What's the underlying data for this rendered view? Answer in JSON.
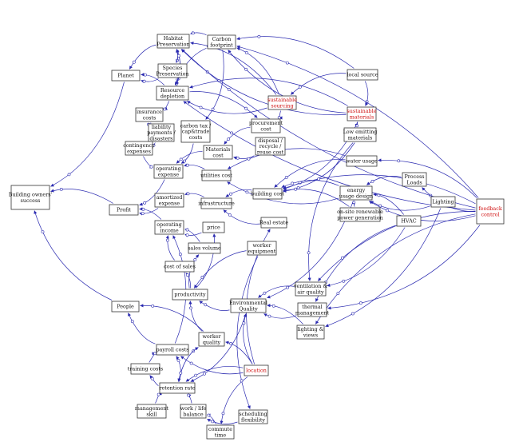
{
  "colors": {
    "edge": "#2a2ab0",
    "highlight": "#d01010",
    "text": "#111111",
    "box": "#333333"
  },
  "nodes": [
    {
      "id": "habitat",
      "lines": [
        "Habitat",
        "Preservation"
      ],
      "boxed": true
    },
    {
      "id": "carbon",
      "lines": [
        "Carbon",
        "footprint"
      ],
      "boxed": true
    },
    {
      "id": "species",
      "lines": [
        "Species",
        "Preservation"
      ],
      "boxed": true
    },
    {
      "id": "planet",
      "lines": [
        "Planet"
      ],
      "boxed": true
    },
    {
      "id": "resource",
      "lines": [
        "Resource",
        "depletion"
      ],
      "boxed": true
    },
    {
      "id": "sustsourcing",
      "lines": [
        "sustainable",
        "sourcing"
      ],
      "boxed": true,
      "highlight": true
    },
    {
      "id": "localsource",
      "lines": [
        "local source"
      ],
      "boxed": true
    },
    {
      "id": "sustmaterials",
      "lines": [
        "sustainable",
        "materials"
      ],
      "boxed": true,
      "highlight": true
    },
    {
      "id": "insurance",
      "lines": [
        "insurance",
        "costs"
      ],
      "boxed": true
    },
    {
      "id": "liability",
      "lines": [
        "liability",
        "payments /",
        "disasters"
      ],
      "boxed": true
    },
    {
      "id": "contingency",
      "lines": [
        "contingency",
        "expenses"
      ],
      "boxed": true
    },
    {
      "id": "carbontax",
      "lines": [
        "carbon tax /",
        "cap&trade",
        "costs"
      ],
      "boxed": true
    },
    {
      "id": "procurement",
      "lines": [
        "procurement",
        "cost"
      ],
      "boxed": true
    },
    {
      "id": "disposal",
      "lines": [
        "disposal /",
        "recycle /",
        "reuse cost"
      ],
      "boxed": true
    },
    {
      "id": "lowemitting",
      "lines": [
        "Low emitting",
        "materials"
      ],
      "boxed": true
    },
    {
      "id": "materials",
      "lines": [
        "Materials",
        "cost"
      ],
      "boxed": true
    },
    {
      "id": "opexpense",
      "lines": [
        "operating",
        "expense"
      ],
      "boxed": true
    },
    {
      "id": "utilities",
      "lines": [
        "utilities cost"
      ],
      "boxed": true
    },
    {
      "id": "water",
      "lines": [
        "water usage"
      ],
      "boxed": true
    },
    {
      "id": "process",
      "lines": [
        "Process",
        "Loads"
      ],
      "boxed": true
    },
    {
      "id": "energy",
      "lines": [
        "energy",
        "usage design"
      ],
      "boxed": true
    },
    {
      "id": "buildingcost",
      "lines": [
        "building cost"
      ],
      "boxed": true
    },
    {
      "id": "lighting",
      "lines": [
        "Lighting"
      ],
      "boxed": true
    },
    {
      "id": "onsite",
      "lines": [
        "on-site renewable",
        "power generation"
      ],
      "boxed": true
    },
    {
      "id": "success",
      "lines": [
        "Building owners'",
        "success"
      ],
      "boxed": true
    },
    {
      "id": "profit",
      "lines": [
        "Profit"
      ],
      "boxed": true
    },
    {
      "id": "amortized",
      "lines": [
        "amortized",
        "expense"
      ],
      "boxed": true
    },
    {
      "id": "infrastructure",
      "lines": [
        "infrastructure"
      ],
      "boxed": true
    },
    {
      "id": "realestate",
      "lines": [
        "Real estate"
      ],
      "boxed": true
    },
    {
      "id": "hvac",
      "lines": [
        "HVAC"
      ],
      "boxed": true
    },
    {
      "id": "feedback",
      "lines": [
        "feedback",
        "control"
      ],
      "boxed": true,
      "highlight": true
    },
    {
      "id": "opincome",
      "lines": [
        "operating",
        "income"
      ],
      "boxed": true
    },
    {
      "id": "price",
      "lines": [
        "price"
      ],
      "boxed": true
    },
    {
      "id": "sales",
      "lines": [
        "sales volume"
      ],
      "boxed": true
    },
    {
      "id": "workerequip",
      "lines": [
        "worker",
        "equipment"
      ],
      "boxed": true
    },
    {
      "id": "costofsales",
      "lines": [
        "cost of sales"
      ],
      "boxed": true
    },
    {
      "id": "productivity",
      "lines": [
        "productivity"
      ],
      "boxed": true
    },
    {
      "id": "ventilation",
      "lines": [
        "ventilation &",
        "air quality"
      ],
      "boxed": true
    },
    {
      "id": "envquality",
      "lines": [
        "Environmental",
        "Quality"
      ],
      "boxed": true
    },
    {
      "id": "thermal",
      "lines": [
        "thermal",
        "management"
      ],
      "boxed": true
    },
    {
      "id": "people",
      "lines": [
        "People"
      ],
      "boxed": true
    },
    {
      "id": "lightviews",
      "lines": [
        "lighting &",
        "views"
      ],
      "boxed": true
    },
    {
      "id": "workerquality",
      "lines": [
        "worker",
        "quality"
      ],
      "boxed": true
    },
    {
      "id": "payroll",
      "lines": [
        "payroll costs"
      ],
      "boxed": true
    },
    {
      "id": "training",
      "lines": [
        "training costs"
      ],
      "boxed": true
    },
    {
      "id": "location",
      "lines": [
        "location"
      ],
      "boxed": true,
      "highlight": true
    },
    {
      "id": "retention",
      "lines": [
        "retention rate"
      ],
      "boxed": true
    },
    {
      "id": "mgmtskill",
      "lines": [
        "management",
        "skill"
      ],
      "boxed": true
    },
    {
      "id": "worklife",
      "lines": [
        "work / life",
        "balance"
      ],
      "boxed": true
    },
    {
      "id": "scheduling",
      "lines": [
        "scheduling",
        "flexibility"
      ],
      "boxed": true
    },
    {
      "id": "commute",
      "lines": [
        "commute",
        "time"
      ],
      "boxed": true
    }
  ],
  "edges": [
    [
      "habitat",
      "planet"
    ],
    [
      "species",
      "planet"
    ],
    [
      "resource",
      "planet"
    ],
    [
      "planet",
      "success"
    ],
    [
      "carbon",
      "habitat"
    ],
    [
      "habitat",
      "species"
    ],
    [
      "species",
      "habitat"
    ],
    [
      "habitat",
      "resource"
    ],
    [
      "resource",
      "habitat"
    ],
    [
      "species",
      "resource"
    ],
    [
      "carbon",
      "resource"
    ],
    [
      "carbon",
      "carbontax"
    ],
    [
      "sustsourcing",
      "habitat"
    ],
    [
      "sustsourcing",
      "resource"
    ],
    [
      "sustsourcing",
      "carbon"
    ],
    [
      "sustsourcing",
      "procurement"
    ],
    [
      "localsource",
      "sustsourcing"
    ],
    [
      "localsource",
      "sustmaterials"
    ],
    [
      "localsource",
      "carbon"
    ],
    [
      "sustmaterials",
      "habitat"
    ],
    [
      "sustmaterials",
      "resource"
    ],
    [
      "sustmaterials",
      "carbon"
    ],
    [
      "sustmaterials",
      "lowemitting"
    ],
    [
      "resource",
      "insurance"
    ],
    [
      "insurance",
      "liability"
    ],
    [
      "liability",
      "contingency"
    ],
    [
      "contingency",
      "opexpense"
    ],
    [
      "resource",
      "procurement"
    ],
    [
      "procurement",
      "materials"
    ],
    [
      "disposal",
      "materials"
    ],
    [
      "materials",
      "opexpense"
    ],
    [
      "carbontax",
      "opexpense"
    ],
    [
      "utilities",
      "opexpense"
    ],
    [
      "opexpense",
      "profit"
    ],
    [
      "water",
      "utilities"
    ],
    [
      "energy",
      "utilities"
    ],
    [
      "process",
      "energy"
    ],
    [
      "lighting",
      "energy"
    ],
    [
      "hvac",
      "energy"
    ],
    [
      "onsite",
      "energy"
    ],
    [
      "energy",
      "buildingcost"
    ],
    [
      "lowemitting",
      "buildingcost"
    ],
    [
      "water",
      "buildingcost"
    ],
    [
      "sustmaterials",
      "buildingcost"
    ],
    [
      "buildingcost",
      "infrastructure"
    ],
    [
      "realestate",
      "infrastructure"
    ],
    [
      "infrastructure",
      "amortized"
    ],
    [
      "amortized",
      "profit"
    ],
    [
      "profit",
      "success"
    ],
    [
      "people",
      "success"
    ],
    [
      "opincome",
      "profit"
    ],
    [
      "price",
      "opincome"
    ],
    [
      "sales",
      "opincome"
    ],
    [
      "costofsales",
      "opincome"
    ],
    [
      "productivity",
      "costofsales"
    ],
    [
      "productivity",
      "sales"
    ],
    [
      "productivity",
      "price"
    ],
    [
      "envquality",
      "productivity"
    ],
    [
      "workerequip",
      "productivity"
    ],
    [
      "workerquality",
      "productivity"
    ],
    [
      "ventilation",
      "envquality"
    ],
    [
      "thermal",
      "envquality"
    ],
    [
      "lightviews",
      "envquality"
    ],
    [
      "hvac",
      "ventilation"
    ],
    [
      "hvac",
      "thermal"
    ],
    [
      "lighting",
      "lightviews"
    ],
    [
      "lowemitting",
      "ventilation"
    ],
    [
      "feedback",
      "process"
    ],
    [
      "feedback",
      "water"
    ],
    [
      "feedback",
      "energy"
    ],
    [
      "feedback",
      "ventilation"
    ],
    [
      "feedback",
      "thermal"
    ],
    [
      "feedback",
      "lightviews"
    ],
    [
      "feedback",
      "habitat"
    ],
    [
      "feedback",
      "carbon"
    ],
    [
      "feedback",
      "resource"
    ],
    [
      "feedback",
      "buildingcost"
    ],
    [
      "payroll",
      "people"
    ],
    [
      "workerquality",
      "people"
    ],
    [
      "training",
      "payroll"
    ],
    [
      "payroll",
      "opincome"
    ],
    [
      "retention",
      "training"
    ],
    [
      "retention",
      "payroll"
    ],
    [
      "mgmtskill",
      "retention"
    ],
    [
      "worklife",
      "retention"
    ],
    [
      "envquality",
      "retention"
    ],
    [
      "location",
      "retention"
    ],
    [
      "location",
      "realestate"
    ],
    [
      "location",
      "commute"
    ],
    [
      "location",
      "payroll"
    ],
    [
      "location",
      "workerquality"
    ],
    [
      "location",
      "envquality"
    ],
    [
      "commute",
      "worklife"
    ],
    [
      "scheduling",
      "worklife"
    ],
    [
      "workerequip",
      "scheduling"
    ],
    [
      "retention",
      "workerquality"
    ],
    [
      "workerquality",
      "retention"
    ],
    [
      "energy",
      "envquality"
    ],
    [
      "onsite",
      "buildingcost"
    ]
  ]
}
